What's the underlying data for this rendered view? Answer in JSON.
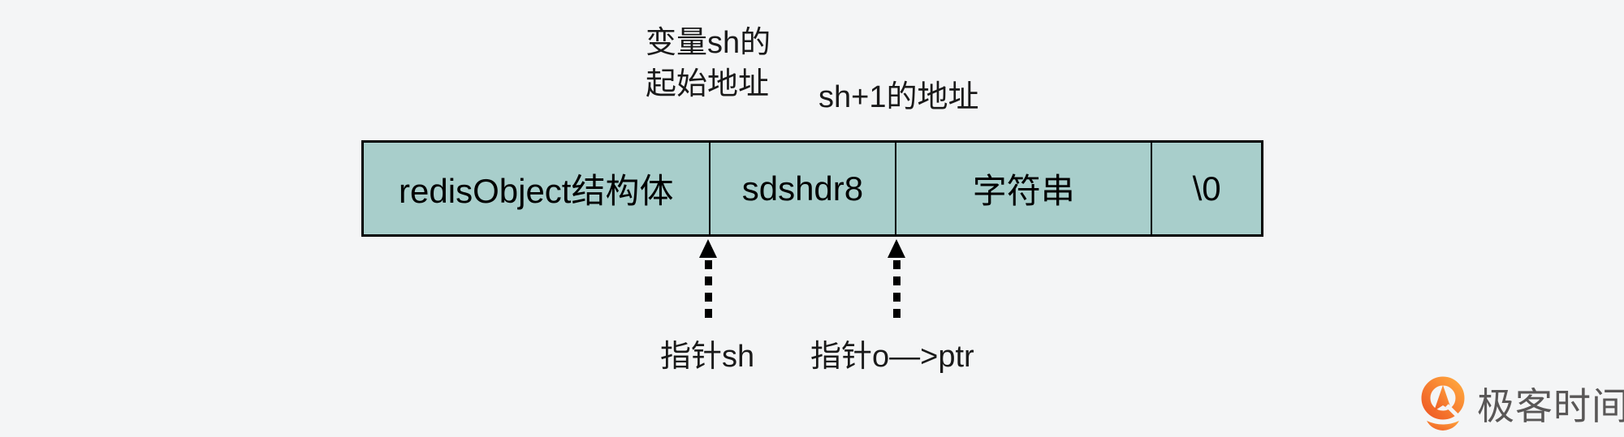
{
  "page": {
    "background": "#f4f5f6"
  },
  "diagram": {
    "box_fill": "#a8cecb",
    "border_color": "#000000",
    "segments": [
      {
        "label": "redisObject结构体"
      },
      {
        "label": "sdshdr8"
      },
      {
        "label": "字符串"
      },
      {
        "label": "\\0"
      }
    ],
    "annotations": {
      "sh_start": {
        "lines": [
          "变量sh的",
          "起始地址"
        ]
      },
      "sh_plus_1": {
        "text": "sh+1的地址"
      }
    },
    "pointers": [
      {
        "label": "指针sh"
      },
      {
        "label": "指针o—>ptr"
      }
    ]
  },
  "watermark": {
    "brand": "极客时间",
    "text_color": "#595757",
    "logo_gradient": [
      "#ffa63d",
      "#ef5b25"
    ]
  }
}
